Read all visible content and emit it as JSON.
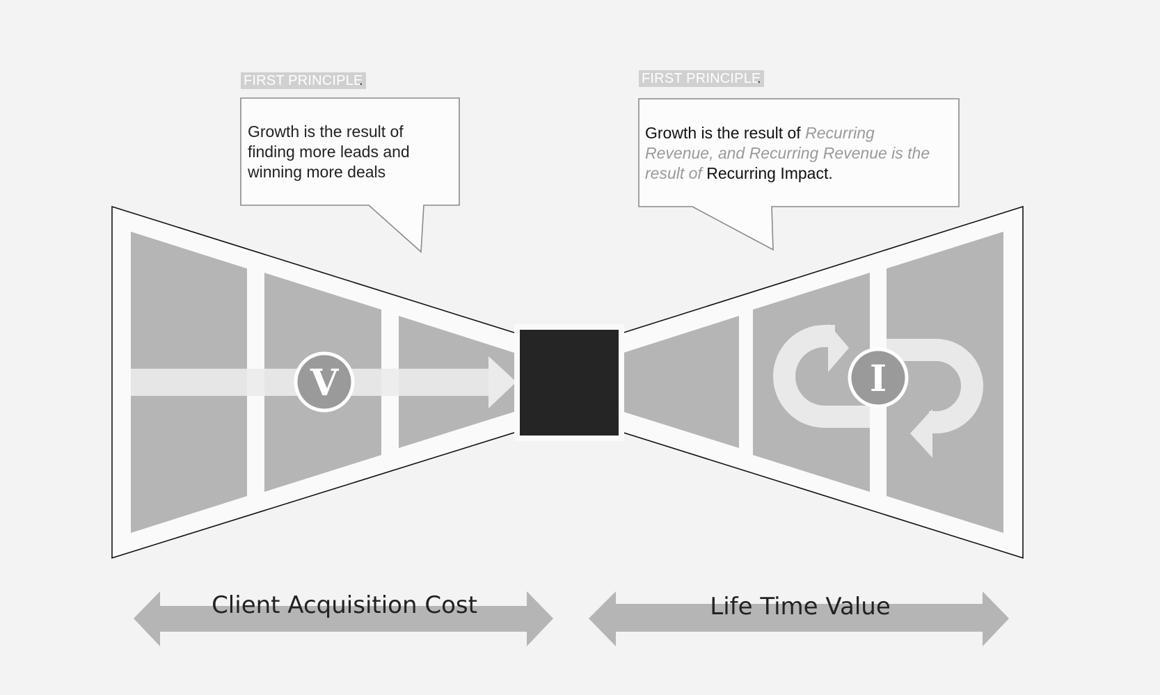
{
  "left_note": {
    "tag": "FIRST PRINCIPLE",
    "tag_suffix": ".",
    "lines": [
      "Growth is the result of",
      "finding more leads and",
      "winning more deals"
    ]
  },
  "right_note": {
    "tag": "FIRST PRINCIPLE",
    "tag_suffix": ".",
    "line1_plain": "Growth is the result of ",
    "line1_muted": "Recurring",
    "line2_muted": "Revenue, and Recurring Revenue is the",
    "line3_muted": "result of ",
    "line3_plain": "Recurring Impact."
  },
  "left_badge_letter": "V",
  "right_badge_letter": "I",
  "left_axis_label": "Client Acquisition Cost",
  "right_axis_label": "Life Time Value",
  "colors": {
    "background": "#f3f3f3",
    "funnel_fill": "#fafafa",
    "stage_fill": "#b5b5b5",
    "center_square": "#252525",
    "badge_fill": "#9a9a9a",
    "arrow_band": "#ebebeb",
    "axis_arrow": "#b5b5b5"
  },
  "icons": [
    "right-arrow-icon",
    "loop-arrows-icon",
    "double-headed-arrow-icon"
  ]
}
